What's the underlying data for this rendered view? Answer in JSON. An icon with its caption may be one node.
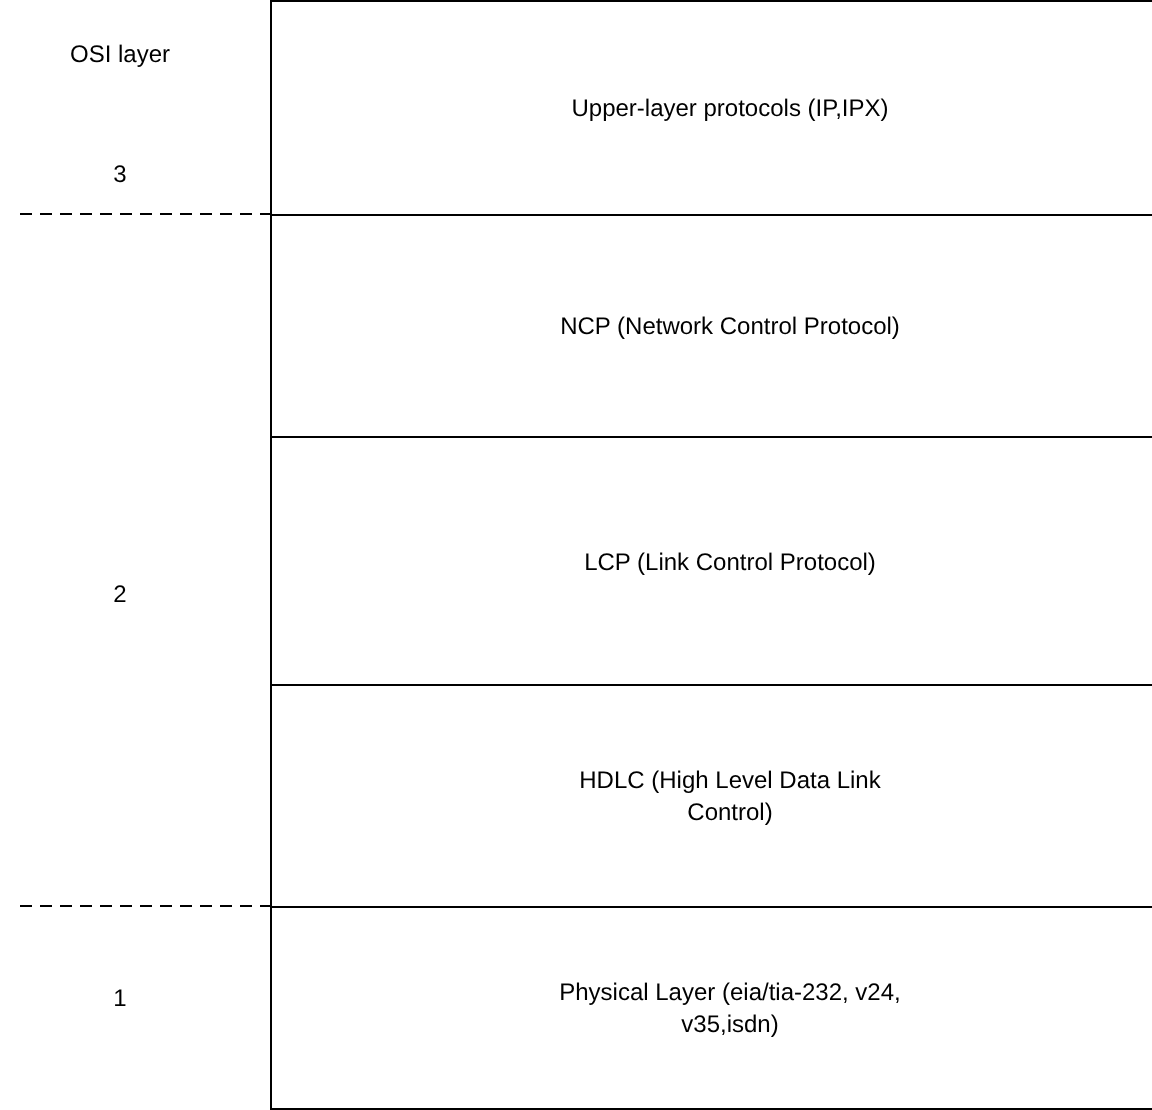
{
  "diagram": {
    "nodes": [
      {
        "text": [
          "Upper-layer protocols (IP,IPX)"
        ]
      },
      {
        "text": [
          "NCP (Network Control Protocol)"
        ]
      },
      {
        "text": [
          "LCP (Link Control Protocol)"
        ]
      },
      {
        "text": [
          "HDLC (High Level Data Link Control)"
        ]
      },
      {
        "text": [
          "Physical Layer (eia/tia-232, v24, v35,isdn)"
        ]
      }
    ],
    "labels": [
      "OSI layer",
      "3",
      "2",
      "1"
    ]
  }
}
